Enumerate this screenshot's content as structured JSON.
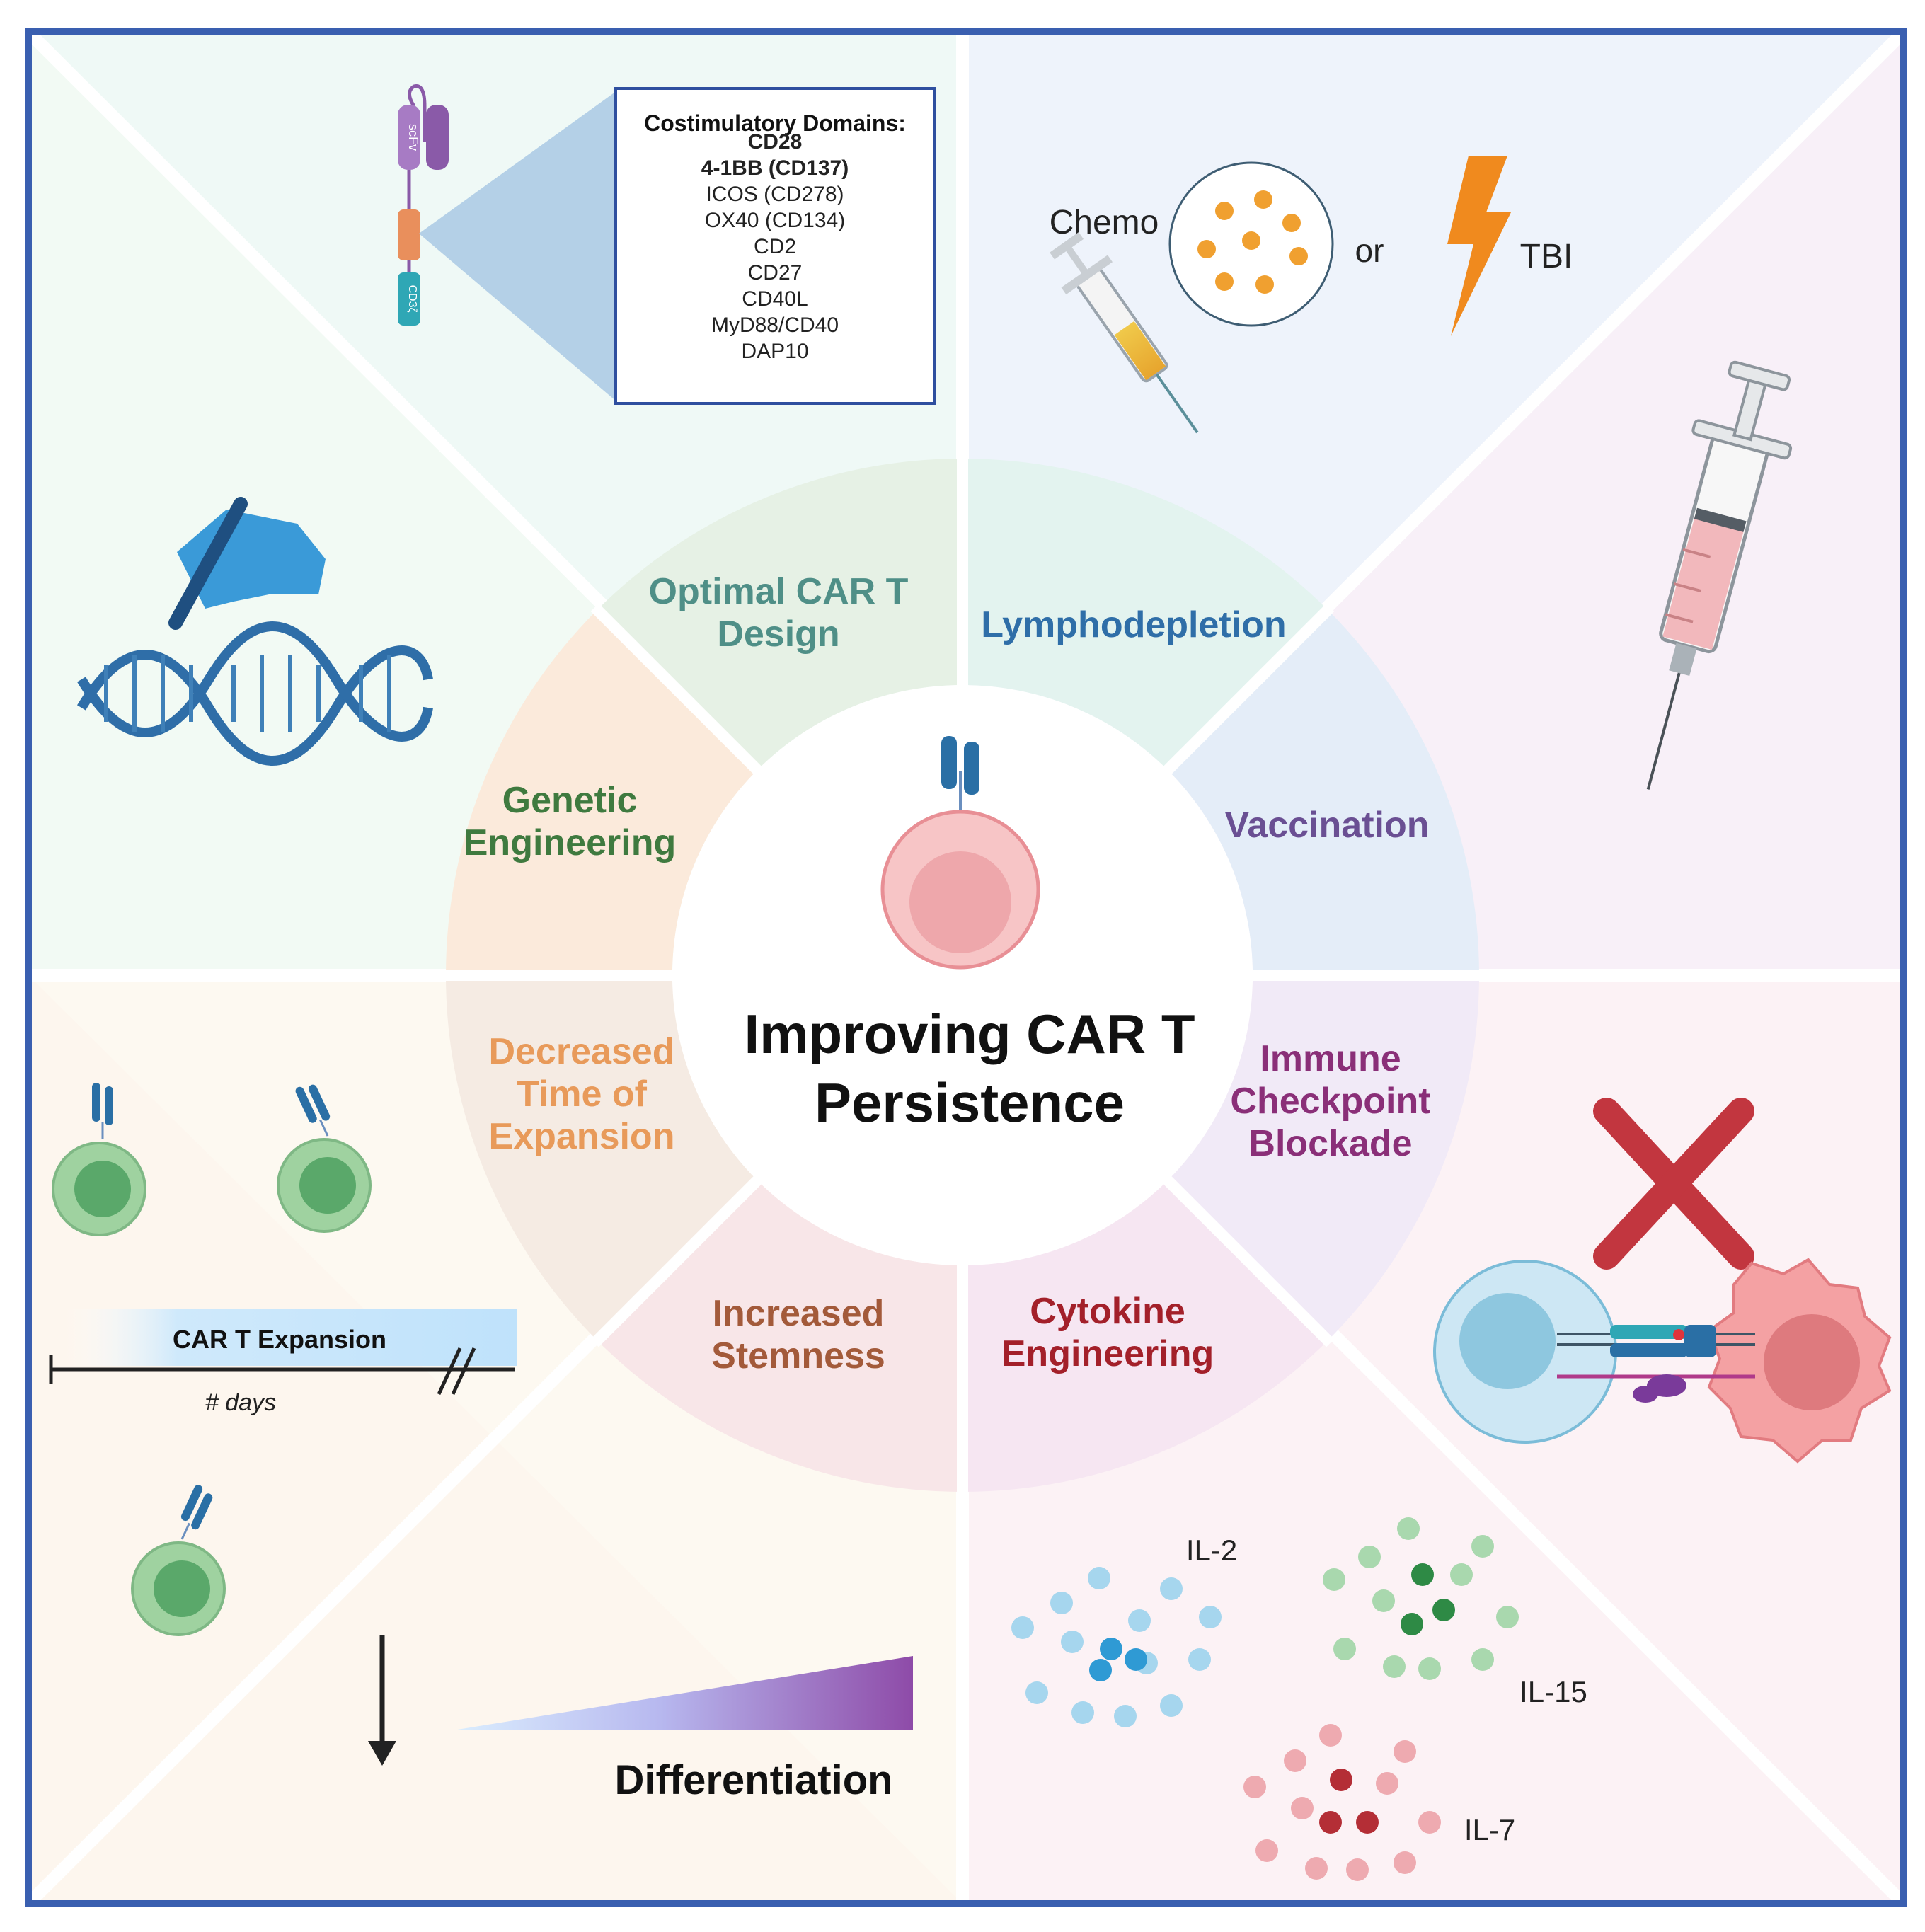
{
  "center_title": [
    "Improving CAR T",
    "Persistence"
  ],
  "segments": {
    "optimal_design": {
      "lines": [
        "Optimal CAR T",
        "Design"
      ],
      "color": "#4f8f87"
    },
    "lymphodepletion": {
      "lines": [
        "Lymphodepletion"
      ],
      "color": "#2f6ea8"
    },
    "vaccination": {
      "lines": [
        "Vaccination"
      ],
      "color": "#6a4f93"
    },
    "checkpoint": {
      "lines": [
        "Immune",
        "Checkpoint",
        "Blockade"
      ],
      "color": "#8a2f78"
    },
    "cytokine": {
      "lines": [
        "Cytokine",
        "Engineering"
      ],
      "color": "#a3202a"
    },
    "stemness": {
      "lines": [
        "Increased",
        "Stemness"
      ],
      "color": "#a35a3a"
    },
    "expansion_time": {
      "lines": [
        "Decreased",
        "Time of",
        "Expansion"
      ],
      "color": "#e89a5a"
    },
    "genetic": {
      "lines": [
        "Genetic",
        "Engineering"
      ],
      "color": "#3f7a3f"
    }
  },
  "costim_box": {
    "heading": "Costimulatory Domains:",
    "items": [
      {
        "text": "CD28",
        "bold": true
      },
      {
        "text": "4-1BB (CD137)",
        "bold": true
      },
      {
        "text": "ICOS (CD278)",
        "bold": false
      },
      {
        "text": "OX40 (CD134)",
        "bold": false
      },
      {
        "text": "CD2",
        "bold": false
      },
      {
        "text": "CD27",
        "bold": false
      },
      {
        "text": "CD40L",
        "bold": false
      },
      {
        "text": "MyD88/CD40",
        "bold": false
      },
      {
        "text": "DAP10",
        "bold": false
      }
    ],
    "car_labels": {
      "scfv": "scFv",
      "cd3z": "CD3ζ"
    }
  },
  "lymphodepletion_panel": {
    "chemo": "Chemo",
    "or": "or",
    "tbi": "TBI"
  },
  "expansion_panel": {
    "bar_label": "CAR T Expansion",
    "axis_label": "# days"
  },
  "differentiation_label": "Differentiation",
  "cytokines": {
    "il2": "IL-2",
    "il15": "IL-15",
    "il7": "IL-7"
  },
  "colors": {
    "frame": "#3a5fb0",
    "divider": "#ffffff",
    "cell_green": "#9fd2a0",
    "cell_green_nucleus": "#5aa86a",
    "receptor_blue": "#2a6fa5",
    "cell_pink": "#f6b9bd",
    "x_mark": "#c2363f",
    "orange": "#f08a1e"
  }
}
